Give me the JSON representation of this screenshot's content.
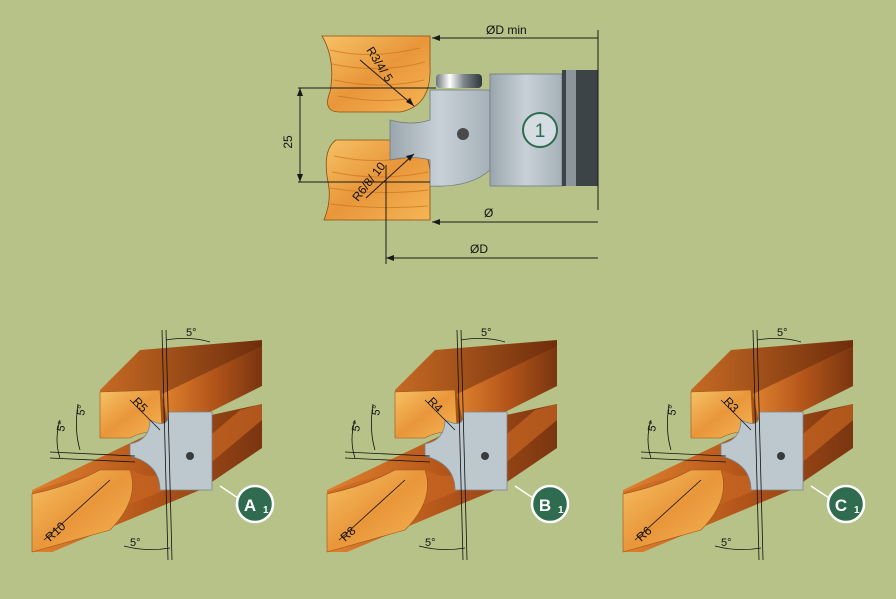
{
  "top_diagram": {
    "dim_dmin": "ØD min",
    "radius_upper": "R3/4/ 5",
    "radius_lower": "R6/8/ 10",
    "height": "25",
    "dim_bore": "Ø",
    "dim_d": "ØD",
    "tool_number": "1"
  },
  "variants": [
    {
      "id": "A",
      "sub": "1",
      "radius_small": "R5",
      "radius_large": "R10",
      "angle": "5°"
    },
    {
      "id": "B",
      "sub": "1",
      "radius_small": "R4",
      "radius_large": "R8",
      "angle": "5°"
    },
    {
      "id": "C",
      "sub": "1",
      "radius_small": "R3",
      "radius_large": "R6",
      "angle": "5°"
    }
  ],
  "colors": {
    "background": "#b6c287",
    "wood_light": "#f2ae4a",
    "wood_dark": "#8a3f12",
    "steel": "#b9c4cc",
    "label_green": "#2e6b4f"
  }
}
